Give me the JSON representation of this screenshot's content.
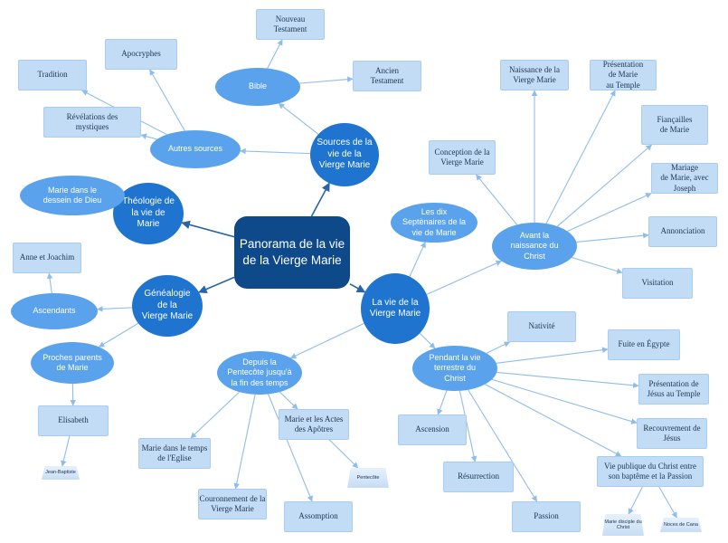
{
  "diagram": {
    "colors": {
      "root": "#0e4a8a",
      "main": "#1f74cf",
      "sub": "#5aa3ec",
      "leaf": "#c2dcf6",
      "line_strong": "#2b63a8",
      "line_light": "#8fbdea"
    },
    "nodes": [
      {
        "id": "root",
        "label": "Panorama de la vie\nde la  Vierge Marie",
        "kind": "root"
      },
      {
        "id": "sources",
        "label": "Sources de la\nvie de la\nVierge Marie",
        "kind": "main"
      },
      {
        "id": "theologie",
        "label": "Théologie de\nla vie de\nMarie",
        "kind": "main"
      },
      {
        "id": "genealogie",
        "label": "Généalogie\nde la\nVierge Marie",
        "kind": "main"
      },
      {
        "id": "vie",
        "label": "La vie de la\nVierge Marie",
        "kind": "main"
      },
      {
        "id": "bible",
        "label": "Bible",
        "kind": "sub"
      },
      {
        "id": "autres",
        "label": "Autres sources",
        "kind": "sub"
      },
      {
        "id": "dessein",
        "label": "Marie dans le\ndessein de Dieu",
        "kind": "sub"
      },
      {
        "id": "ascendants",
        "label": "Ascendants",
        "kind": "sub"
      },
      {
        "id": "proches",
        "label": "Proches parents\nde Marie",
        "kind": "sub"
      },
      {
        "id": "septenaires",
        "label": "Les dix\nSeptènaires  de la\nvie de Marie",
        "kind": "sub"
      },
      {
        "id": "avant",
        "label": "Avant la\nnaissance du\nChrist",
        "kind": "sub"
      },
      {
        "id": "pendant",
        "label": "Pendant la vie\nterrestre du\nChrist",
        "kind": "sub"
      },
      {
        "id": "depuis",
        "label": "Depuis la\nPentecôte jusqu'à\nla fin des temps",
        "kind": "sub"
      },
      {
        "id": "nt",
        "label": "Nouveau\nTestament",
        "kind": "leaf"
      },
      {
        "id": "at",
        "label": "Ancien\nTestament",
        "kind": "leaf"
      },
      {
        "id": "apocryphes",
        "label": "Apocryphes",
        "kind": "leaf"
      },
      {
        "id": "tradition",
        "label": "Tradition",
        "kind": "leaf"
      },
      {
        "id": "revelations",
        "label": "Révélations des\nmystiques",
        "kind": "leaf"
      },
      {
        "id": "anne",
        "label": "Anne et Joachim",
        "kind": "leaf"
      },
      {
        "id": "elisabeth",
        "label": "Elisabeth",
        "kind": "leaf"
      },
      {
        "id": "jean",
        "label": "Jean-Baptiste",
        "kind": "mini"
      },
      {
        "id": "conception",
        "label": "Conception de la\nVierge Marie",
        "kind": "leaf"
      },
      {
        "id": "naissance",
        "label": "Naissance de la\nVierge  Marie",
        "kind": "leaf"
      },
      {
        "id": "presentation_marie",
        "label": "Présentation\nde Marie\nau Temple",
        "kind": "leaf"
      },
      {
        "id": "fiancailles",
        "label": "Fiançailles\nde Marie",
        "kind": "leaf"
      },
      {
        "id": "mariage",
        "label": "Mariage\nde Marie, avec\nJoseph",
        "kind": "leaf"
      },
      {
        "id": "annonciation",
        "label": "Annonciation",
        "kind": "leaf"
      },
      {
        "id": "visitation",
        "label": "Visitation",
        "kind": "leaf"
      },
      {
        "id": "nativite",
        "label": "Nativité",
        "kind": "leaf"
      },
      {
        "id": "fuite",
        "label": "Fuite en Égypte",
        "kind": "leaf"
      },
      {
        "id": "presentation_jesus",
        "label": "Présentation de\nJésus au Temple",
        "kind": "leaf"
      },
      {
        "id": "recouvrement",
        "label": "Recouvrement de\nJésus",
        "kind": "leaf"
      },
      {
        "id": "vie_publique",
        "label": "Vie publique du Christ entre\nson baptême et la Passion",
        "kind": "leaf"
      },
      {
        "id": "passion",
        "label": "Passion",
        "kind": "leaf"
      },
      {
        "id": "resurrection",
        "label": "Résurrection",
        "kind": "leaf"
      },
      {
        "id": "ascension",
        "label": "Ascension",
        "kind": "leaf"
      },
      {
        "id": "disciple",
        "label": "Marie disciple du\nChrist",
        "kind": "mini"
      },
      {
        "id": "cana",
        "label": "Noces de Cana",
        "kind": "mini"
      },
      {
        "id": "eglise",
        "label": "Marie dans le temps\nde l'Eglise",
        "kind": "leaf"
      },
      {
        "id": "couronnement",
        "label": "Couronnement de la\nVierge Marie",
        "kind": "leaf"
      },
      {
        "id": "assomption",
        "label": "Assomption",
        "kind": "leaf"
      },
      {
        "id": "actes",
        "label": "Marie et les Actes\ndes Apôtres",
        "kind": "leaf"
      },
      {
        "id": "pentecote",
        "label": "Pentecôte",
        "kind": "mini"
      }
    ],
    "edges": [
      [
        "root",
        "sources"
      ],
      [
        "root",
        "theologie"
      ],
      [
        "root",
        "genealogie"
      ],
      [
        "root",
        "vie"
      ],
      [
        "sources",
        "bible"
      ],
      [
        "sources",
        "autres"
      ],
      [
        "bible",
        "nt"
      ],
      [
        "bible",
        "at"
      ],
      [
        "autres",
        "apocryphes"
      ],
      [
        "autres",
        "tradition"
      ],
      [
        "autres",
        "revelations"
      ],
      [
        "theologie",
        "dessein"
      ],
      [
        "genealogie",
        "ascendants"
      ],
      [
        "genealogie",
        "proches"
      ],
      [
        "ascendants",
        "anne"
      ],
      [
        "proches",
        "elisabeth"
      ],
      [
        "elisabeth",
        "jean"
      ],
      [
        "vie",
        "septenaires"
      ],
      [
        "vie",
        "avant"
      ],
      [
        "vie",
        "pendant"
      ],
      [
        "vie",
        "depuis"
      ],
      [
        "avant",
        "conception"
      ],
      [
        "avant",
        "naissance"
      ],
      [
        "avant",
        "presentation_marie"
      ],
      [
        "avant",
        "fiancailles"
      ],
      [
        "avant",
        "mariage"
      ],
      [
        "avant",
        "annonciation"
      ],
      [
        "avant",
        "visitation"
      ],
      [
        "pendant",
        "nativite"
      ],
      [
        "pendant",
        "fuite"
      ],
      [
        "pendant",
        "presentation_jesus"
      ],
      [
        "pendant",
        "recouvrement"
      ],
      [
        "pendant",
        "vie_publique"
      ],
      [
        "pendant",
        "passion"
      ],
      [
        "pendant",
        "resurrection"
      ],
      [
        "pendant",
        "ascension"
      ],
      [
        "vie_publique",
        "disciple"
      ],
      [
        "vie_publique",
        "cana"
      ],
      [
        "depuis",
        "eglise"
      ],
      [
        "depuis",
        "couronnement"
      ],
      [
        "depuis",
        "assomption"
      ],
      [
        "depuis",
        "actes"
      ],
      [
        "actes",
        "pentecote"
      ]
    ]
  }
}
